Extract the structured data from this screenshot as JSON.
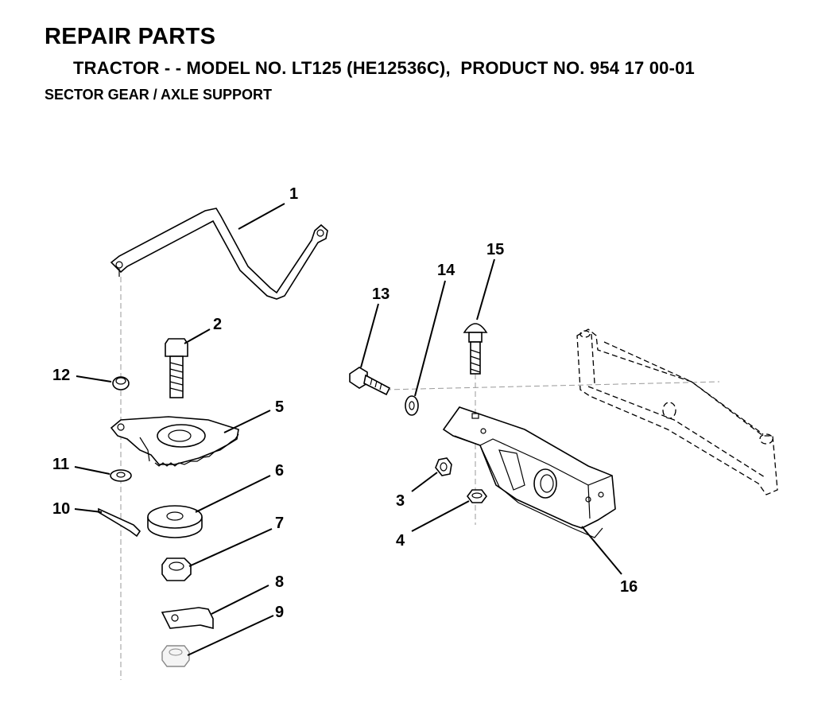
{
  "header": {
    "title": "REPAIR PARTS",
    "model_line": "TRACTOR - - MODEL NO. LT125 (HE12536C),  PRODUCT NO. 954 17 00-01",
    "section": "SECTOR GEAR / AXLE SUPPORT"
  },
  "callouts": [
    "1",
    "2",
    "3",
    "4",
    "5",
    "6",
    "7",
    "8",
    "9",
    "10",
    "11",
    "12",
    "13",
    "14",
    "15",
    "16"
  ]
}
